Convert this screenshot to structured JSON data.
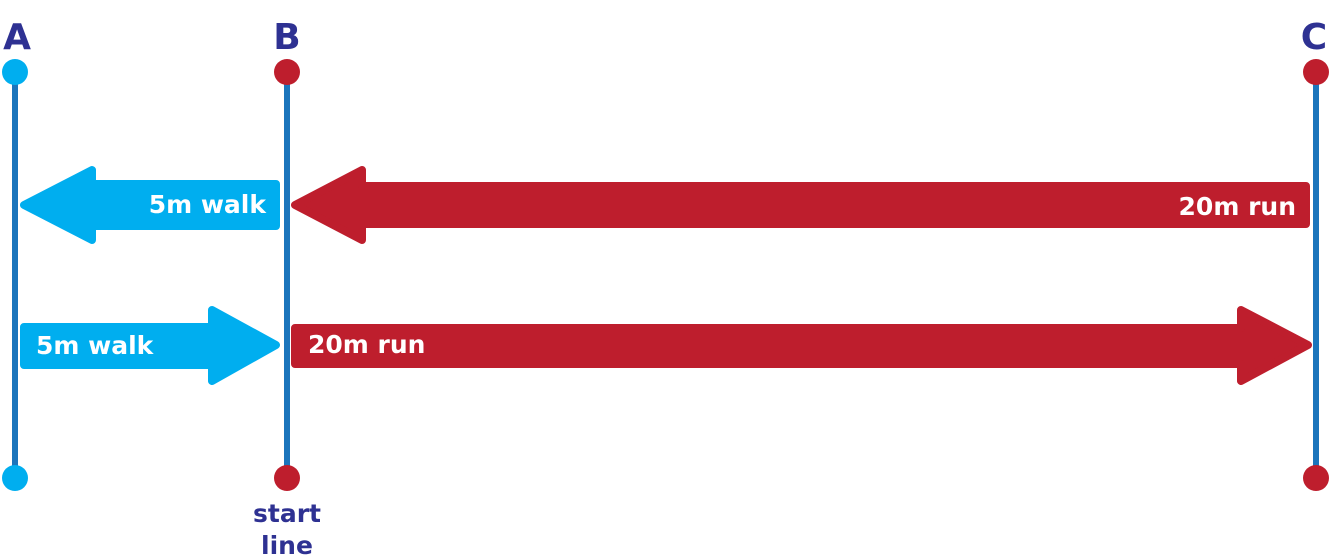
{
  "colors": {
    "navy": "#2e3192",
    "line_blue": "#1b75bc",
    "walk_blue": "#00aeef",
    "run_red": "#be1e2d"
  },
  "markers": [
    {
      "label": "A",
      "dot_color": "#00aeef"
    },
    {
      "label": "B",
      "dot_color": "#be1e2d"
    },
    {
      "label": "C",
      "dot_color": "#be1e2d"
    }
  ],
  "start_line_caption": [
    "start",
    "line"
  ],
  "arrows": {
    "walk_left": {
      "label": "5m walk",
      "color": "#00aeef"
    },
    "run_left": {
      "label": "20m run",
      "color": "#be1e2d"
    },
    "walk_right": {
      "label": "5m walk",
      "color": "#00aeef"
    },
    "run_right": {
      "label": "20m run",
      "color": "#be1e2d"
    }
  }
}
